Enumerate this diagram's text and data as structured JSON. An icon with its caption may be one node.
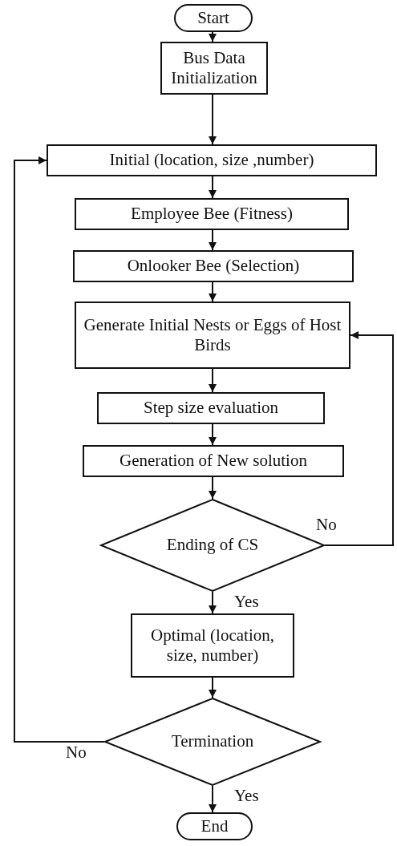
{
  "diagram": {
    "nodes": [
      {
        "text": [
          "Start"
        ]
      },
      {
        "text": [
          "Bus Data Initialization"
        ]
      },
      {
        "text": [
          "Initial (location, size ,number)"
        ]
      },
      {
        "text": [
          "Employee Bee (Fitness)"
        ]
      },
      {
        "text": [
          "Onlooker Bee (Selection)"
        ]
      },
      {
        "text": [
          "Generate Initial Nests or Eggs of Host Birds"
        ]
      },
      {
        "text": [
          "Step size evaluation"
        ]
      },
      {
        "text": [
          "Generation of New solution"
        ]
      },
      {
        "text": [
          "Ending of CS"
        ]
      },
      {
        "text": [
          "Optimal (location, size, number)"
        ]
      },
      {
        "text": [
          "Termination"
        ]
      },
      {
        "text": [
          "End"
        ]
      }
    ],
    "edges": [
      {
        "from": 0,
        "to": 1,
        "arrow": "to"
      },
      {
        "from": 1,
        "to": 2,
        "arrow": "to"
      },
      {
        "from": 2,
        "to": 3,
        "arrow": "to"
      },
      {
        "from": 3,
        "to": 4,
        "arrow": "to"
      },
      {
        "from": 4,
        "to": 5,
        "arrow": "to"
      },
      {
        "from": 5,
        "to": 6,
        "arrow": "to"
      },
      {
        "from": 6,
        "to": 7,
        "arrow": "to"
      },
      {
        "from": 7,
        "to": 8,
        "arrow": "to"
      },
      {
        "from": 8,
        "to": 9,
        "arrow": "to",
        "label": "Yes"
      },
      {
        "from": 8,
        "to": 5,
        "arrow": "to",
        "label": "No"
      },
      {
        "from": 9,
        "to": 10,
        "arrow": "to"
      },
      {
        "from": 10,
        "to": 2,
        "arrow": "to",
        "label": "No"
      },
      {
        "from": 10,
        "to": 11,
        "arrow": "to",
        "label": "Yes"
      }
    ]
  }
}
